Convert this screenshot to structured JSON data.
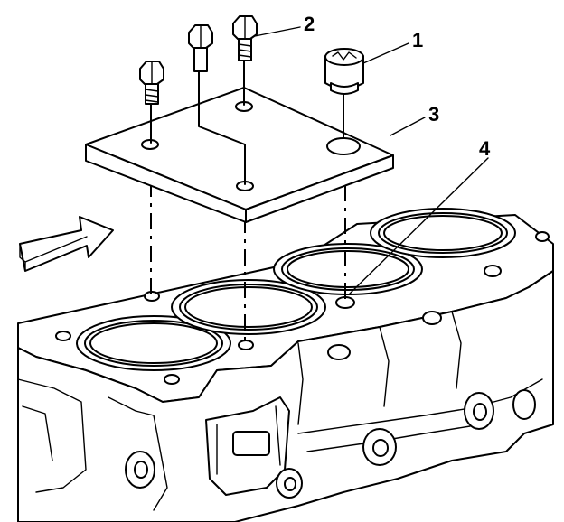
{
  "callouts": [
    {
      "id": "1",
      "label": "1"
    },
    {
      "id": "2",
      "label": "2"
    },
    {
      "id": "3",
      "label": "3"
    },
    {
      "id": "4",
      "label": "4"
    }
  ],
  "icons": {
    "direction_arrow": "front-direction-arrow-icon",
    "nut": "nut-icon",
    "bolt": "bolt-icon"
  }
}
